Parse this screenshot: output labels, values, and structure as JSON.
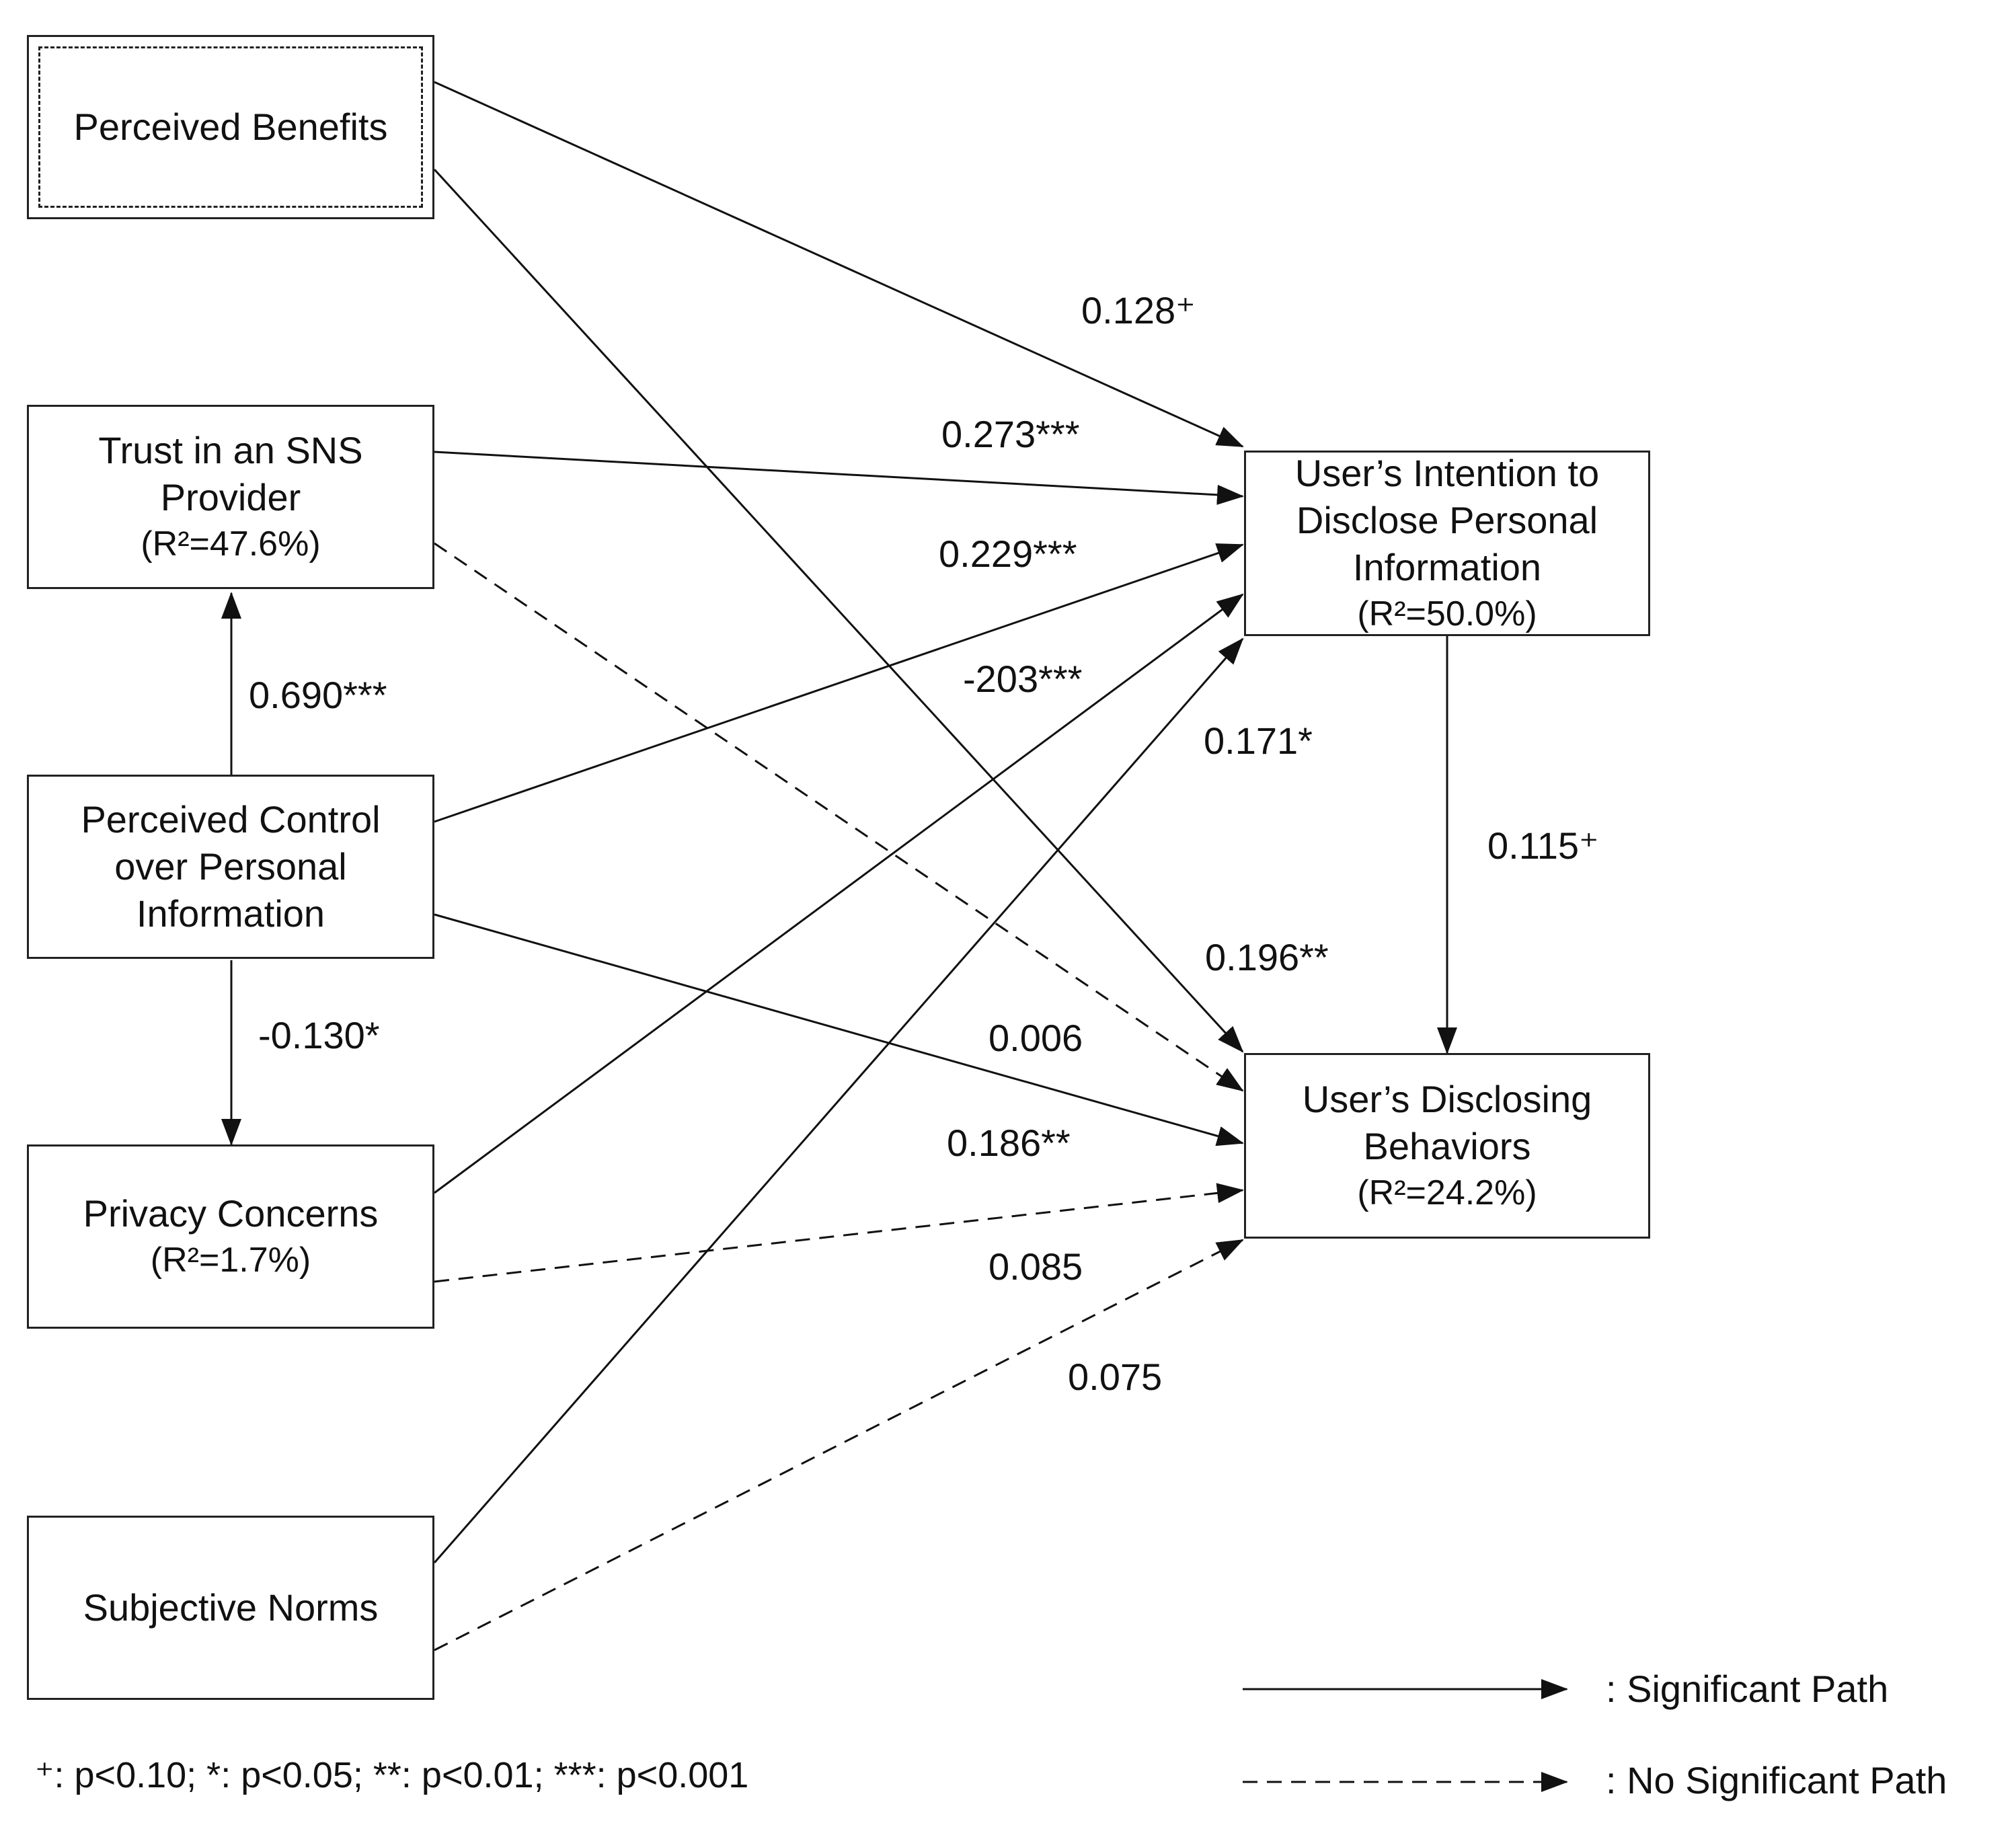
{
  "nodes": {
    "perceived_benefits": {
      "title": "Perceived Benefits"
    },
    "trust": {
      "line1": "Trust in an SNS",
      "line2": "Provider",
      "r2": "(R²=47.6%)"
    },
    "control": {
      "line1": "Perceived Control",
      "line2": "over Personal",
      "line3": "Information"
    },
    "privacy": {
      "line1": "Privacy Concerns",
      "r2": "(R²=1.7%)"
    },
    "norms": {
      "title": "Subjective Norms"
    },
    "intention": {
      "line1": "User’s Intention to",
      "line2": "Disclose Personal",
      "line3": "Information",
      "r2": "(R²=50.0%)"
    },
    "behaviors": {
      "line1": "User’s Disclosing",
      "line2": "Behaviors",
      "r2": "(R²=24.2%)"
    }
  },
  "paths": [
    {
      "from": "Perceived Benefits",
      "to": "User’s Intention to Disclose Personal Information",
      "coef": "0.128⁺",
      "significant": true
    },
    {
      "from": "Trust in an SNS Provider",
      "to": "User’s Intention to Disclose Personal Information",
      "coef": "0.273***",
      "significant": true
    },
    {
      "from": "Perceived Control over Personal Information",
      "to": "User’s Intention to Disclose Personal Information",
      "coef": "0.229***",
      "significant": true
    },
    {
      "from": "Privacy Concerns",
      "to": "User’s Intention to Disclose Personal Information",
      "coef": "-203***",
      "significant": true
    },
    {
      "from": "Subjective Norms",
      "to": "User’s Intention to Disclose Personal Information",
      "coef": "0.171*",
      "significant": true
    },
    {
      "from": "User’s Intention to Disclose Personal Information",
      "to": "User’s Disclosing Behaviors",
      "coef": "0.115⁺",
      "significant": true
    },
    {
      "from": "Perceived Benefits",
      "to": "User’s Disclosing Behaviors",
      "coef": "0.196**",
      "significant": true
    },
    {
      "from": "Trust in an SNS Provider",
      "to": "User’s Disclosing Behaviors",
      "coef": "0.006",
      "significant": false
    },
    {
      "from": "Perceived Control over Personal Information",
      "to": "User’s Disclosing Behaviors",
      "coef": "0.186**",
      "significant": true
    },
    {
      "from": "Privacy Concerns",
      "to": "User’s Disclosing Behaviors",
      "coef": "0.085",
      "significant": false
    },
    {
      "from": "Subjective Norms",
      "to": "User’s Disclosing Behaviors",
      "coef": "0.075",
      "significant": false
    },
    {
      "from": "Perceived Control over Personal Information",
      "to": "Trust in an SNS Provider",
      "coef": "0.690***",
      "significant": true
    },
    {
      "from": "Perceived Control over Personal Information",
      "to": "Privacy Concerns",
      "coef": "-0.130*",
      "significant": true
    }
  ],
  "legend": {
    "significant": ": Significant Path",
    "not_significant": ": No Significant Path"
  },
  "footnote": "⁺: p<0.10; *: p<0.05; **: p<0.01; ***: p<0.001",
  "colors": {
    "line": "#111111",
    "box_border": "#222222",
    "background": "#ffffff"
  }
}
